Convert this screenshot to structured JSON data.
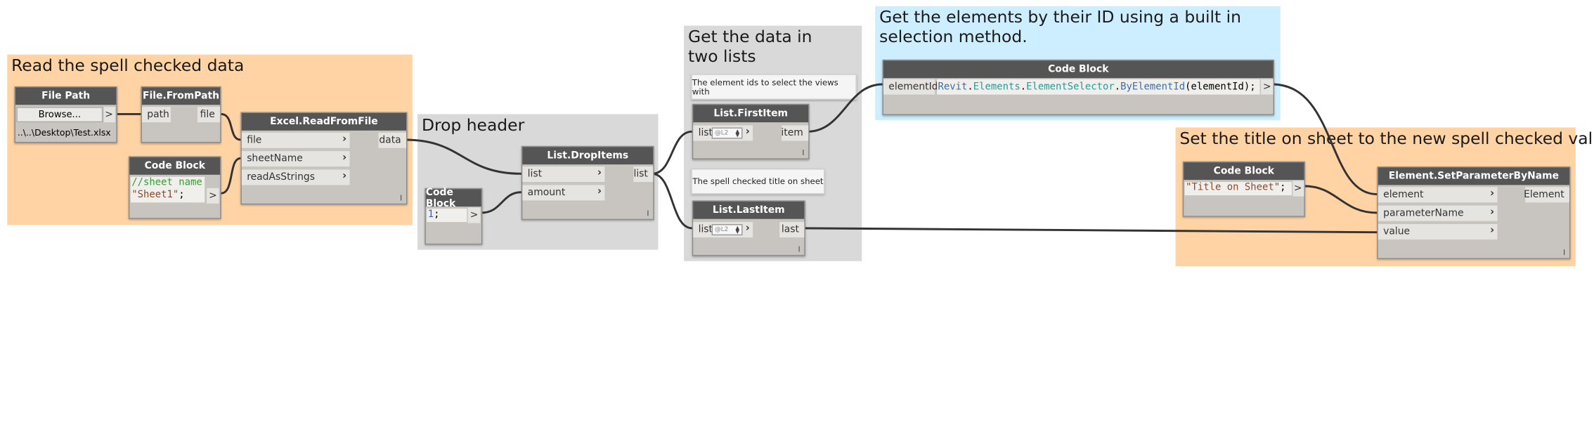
{
  "groups": {
    "read": {
      "title": "Read the spell checked data",
      "color": "#ffd3a4"
    },
    "drop": {
      "title": "Drop header",
      "color": "#d9d9d9"
    },
    "lists": {
      "title": "Get the data in two lists",
      "color": "#d9d9d9"
    },
    "select": {
      "title": "Get the elements by their ID using a built in selection method.",
      "color": "#cdeefe"
    },
    "settitle": {
      "title": "Set the title on sheet to the new spell checked value",
      "color": "#ffd3a4"
    }
  },
  "notes": {
    "ids": "The element ids to select the views with",
    "title": "The spell checked title on sheet"
  },
  "nodes": {
    "file_path": {
      "title": "File Path",
      "browse": "Browse...",
      "value": "..\\..\\Desktop\\Test.xlsx",
      "out": ">"
    },
    "file_from_path": {
      "title": "File.FromPath",
      "in": "path",
      "out": "file"
    },
    "code_sheet": {
      "title": "Code Block",
      "comment": "//sheet name",
      "string": "\"Sheet1\"",
      "semi": ";",
      "out": ">"
    },
    "excel_read": {
      "title": "Excel.ReadFromFile",
      "inputs": [
        "file",
        "sheetName",
        "readAsStrings"
      ],
      "out": "data",
      "lacing": "l"
    },
    "code_one": {
      "title": "Code Block",
      "number": "1",
      "semi": ";",
      "out": ">"
    },
    "drop_items": {
      "title": "List.DropItems",
      "inputs": [
        "list",
        "amount"
      ],
      "out": "list",
      "lacing": "l"
    },
    "first_item": {
      "title": "List.FirstItem",
      "in": "list",
      "level": "@L2",
      "out": "item",
      "lacing": "l"
    },
    "last_item": {
      "title": "List.LastItem",
      "in": "list",
      "level": "@L2",
      "out": "last",
      "lacing": "l"
    },
    "code_select": {
      "title": "Code Block",
      "in": "elementId",
      "code_parts": [
        "Revit",
        ".",
        "Elements",
        ".",
        "ElementSelector",
        ".",
        "ByElementId",
        "(elementId);"
      ],
      "out": ">"
    },
    "code_title": {
      "title": "Code Block",
      "string": "\"Title on Sheet\"",
      "semi": ";",
      "out": ">"
    },
    "set_param": {
      "title": "Element.SetParameterByName",
      "inputs": [
        "element",
        "parameterName",
        "value"
      ],
      "out": "Element",
      "lacing": "l"
    }
  },
  "colors": {
    "node_header": "#555555",
    "node_body": "#c8c5c1",
    "wire": "#333333"
  },
  "icons": [
    "chevron-right-icon",
    "level-stepper-icon"
  ]
}
